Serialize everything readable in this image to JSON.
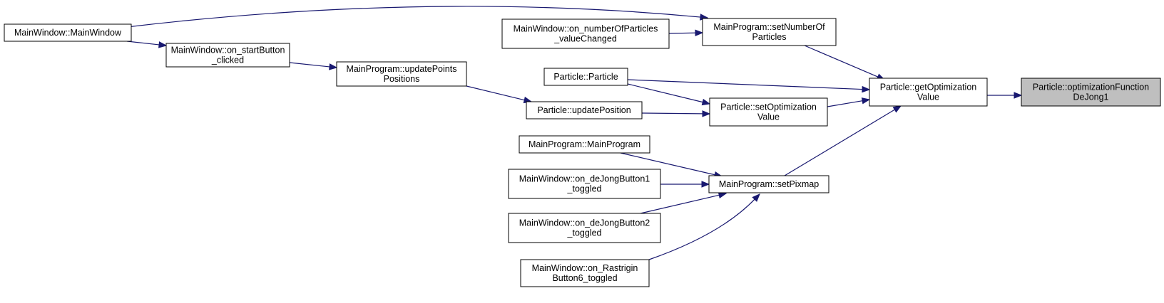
{
  "diagram": {
    "colors": {
      "edge": "#191970",
      "focus_fill": "#bfbfbf",
      "node_fill": "#ffffff",
      "node_border": "#000000"
    },
    "nodes": [
      {
        "id": "mw_mw",
        "lines": [
          "MainWindow::MainWindow"
        ]
      },
      {
        "id": "mw_start",
        "lines": [
          "MainWindow::on_startButton",
          "_clicked"
        ]
      },
      {
        "id": "mp_update",
        "lines": [
          "MainProgram::updatePoints",
          "Positions"
        ]
      },
      {
        "id": "p_updpos",
        "lines": [
          "Particle::updatePosition"
        ]
      },
      {
        "id": "p_particle",
        "lines": [
          "Particle::Particle"
        ]
      },
      {
        "id": "mw_numpart",
        "lines": [
          "MainWindow::on_numberOfParticles",
          "_valueChanged"
        ]
      },
      {
        "id": "mp_setnum",
        "lines": [
          "MainProgram::setNumberOf",
          "Particles"
        ]
      },
      {
        "id": "p_setopt",
        "lines": [
          "Particle::setOptimization",
          "Value"
        ]
      },
      {
        "id": "p_getopt",
        "lines": [
          "Particle::getOptimization",
          "Value"
        ]
      },
      {
        "id": "p_focus",
        "lines": [
          "Particle::optimizationFunction",
          "DeJong1"
        ],
        "focus": true
      },
      {
        "id": "mp_mp",
        "lines": [
          "MainProgram::MainProgram"
        ]
      },
      {
        "id": "mw_dj1",
        "lines": [
          "MainWindow::on_deJongButton1",
          "_toggled"
        ]
      },
      {
        "id": "mw_dj2",
        "lines": [
          "MainWindow::on_deJongButton2",
          "_toggled"
        ]
      },
      {
        "id": "mw_ras",
        "lines": [
          "MainWindow::on_Rastrigin",
          "Button6_toggled"
        ]
      },
      {
        "id": "mp_pix",
        "lines": [
          "MainProgram::setPixmap"
        ]
      }
    ],
    "edges": [
      {
        "from": "mw_mw",
        "to": "mp_setnum"
      },
      {
        "from": "mw_mw",
        "to": "mw_start"
      },
      {
        "from": "mw_start",
        "to": "mp_update"
      },
      {
        "from": "mp_update",
        "to": "p_updpos"
      },
      {
        "from": "mw_numpart",
        "to": "mp_setnum"
      },
      {
        "from": "mp_setnum",
        "to": "p_getopt"
      },
      {
        "from": "p_particle",
        "to": "p_getopt"
      },
      {
        "from": "p_particle",
        "to": "p_setopt"
      },
      {
        "from": "p_updpos",
        "to": "p_setopt"
      },
      {
        "from": "p_setopt",
        "to": "p_getopt"
      },
      {
        "from": "p_getopt",
        "to": "p_focus"
      },
      {
        "from": "mp_pix",
        "to": "p_getopt"
      },
      {
        "from": "mp_mp",
        "to": "mp_pix"
      },
      {
        "from": "mw_dj1",
        "to": "mp_pix"
      },
      {
        "from": "mw_dj2",
        "to": "mp_pix"
      },
      {
        "from": "mw_ras",
        "to": "mp_pix"
      }
    ]
  }
}
